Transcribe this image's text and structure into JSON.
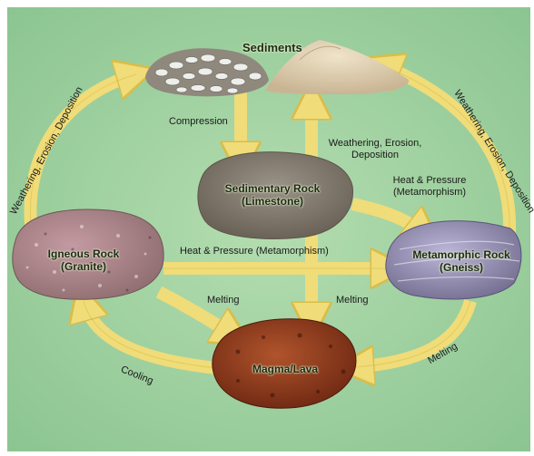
{
  "nodes": {
    "sediments": "Sediments",
    "sedimentary": [
      "Sedimentary Rock",
      "(Limestone)"
    ],
    "igneous": [
      "Igneous Rock",
      "(Granite)"
    ],
    "metamorphic": [
      "Metamorphic Rock",
      "(Gneiss)"
    ],
    "magma": "Magma/Lava"
  },
  "processes": {
    "compression": "Compression",
    "weathering_center": [
      "Weathering, Erosion,",
      "Deposition"
    ],
    "heat_pressure_right": [
      "Heat & Pressure",
      "(Metamorphism)"
    ],
    "heat_pressure_center": "Heat & Pressure (Metamorphism)",
    "melting_left": "Melting",
    "melting_center": "Melting",
    "melting_right": "Melting",
    "cooling": "Cooling",
    "weathering_left": "Weathering, Erosion, Deposition",
    "weathering_right": "Weathering, Erosion, Deposition"
  },
  "colors": {
    "background": "#9ed0a0",
    "arrow": "#f0dc78",
    "arrow_edge": "#d8bd4a"
  }
}
